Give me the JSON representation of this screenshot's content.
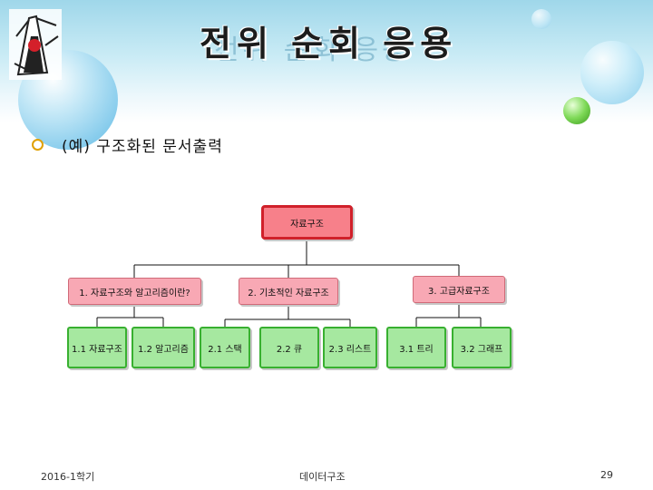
{
  "slide": {
    "title": "전위 순회 응용",
    "bullet": "(예) 구조화된 문서출력"
  },
  "tree": {
    "root": "자료구조",
    "level1": [
      "1. 자료구조와 알고리즘이란?",
      "2. 기초적인 자료구조",
      "3. 고급자료구조"
    ],
    "leaves": [
      "1.1 자료구조",
      "1.2 알고리즘",
      "2.1 스택",
      "2.2 큐",
      "2.3 리스트",
      "3.1 트리",
      "3.2 그래프"
    ]
  },
  "footer": {
    "semester": "2016-1학기",
    "course": "데이터구조",
    "page": "29"
  },
  "colors": {
    "root_fill": "#f7808a",
    "root_border": "#d0202a",
    "level1_fill": "#f8a8b4",
    "leaf_fill": "#a6e8a0",
    "leaf_border": "#38b030",
    "bullet": "#e0a000"
  }
}
